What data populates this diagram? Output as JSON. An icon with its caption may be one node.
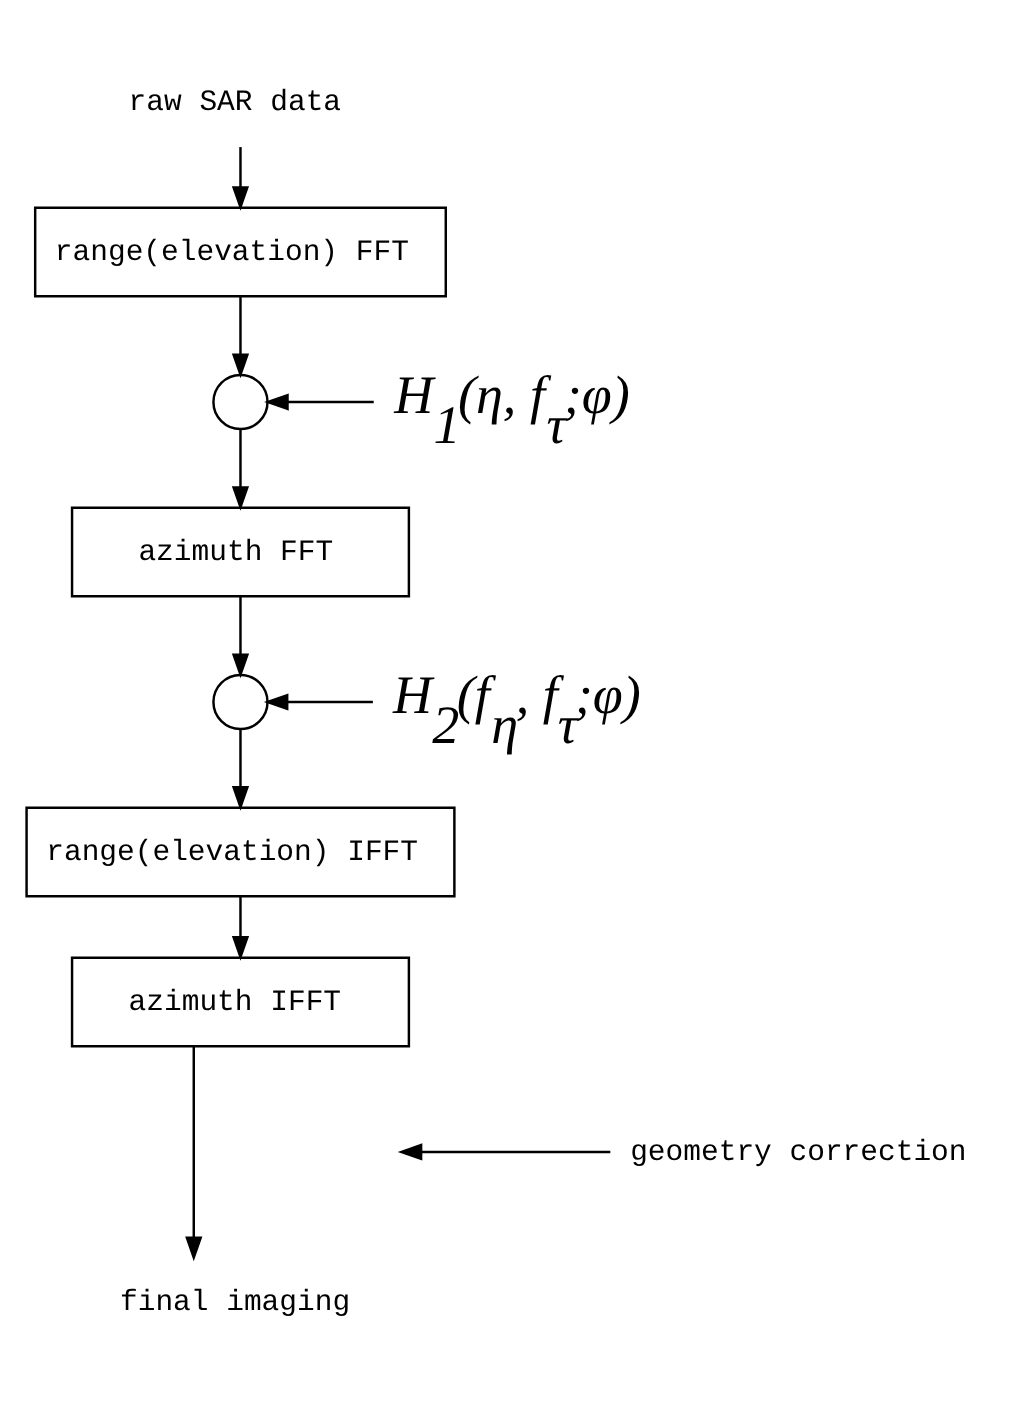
{
  "diagram": {
    "nodes": [
      {
        "text": [
          "raw SAR data"
        ]
      },
      {
        "text": [
          "range(elevation) FFT"
        ]
      },
      {
        "text": [],
        "shape": "circle"
      },
      {
        "text": [
          "H$_{1}$(η, f$_{τ}$;φ)"
        ]
      },
      {
        "text": [
          "azimuth FFT"
        ]
      },
      {
        "text": [],
        "shape": "circle"
      },
      {
        "text": [
          "H$_{2}$(f$_{η}$, f$_{τ}$;φ)"
        ]
      },
      {
        "text": [
          "range(elevation) IFFT"
        ]
      },
      {
        "text": [
          "azimuth IFFT"
        ]
      },
      {
        "text": [
          "geometry correction"
        ]
      },
      {
        "text": [
          "final imaging"
        ]
      }
    ],
    "edges": [
      {
        "from": 0,
        "to": 1,
        "arrow": "to"
      },
      {
        "from": 1,
        "to": 2,
        "arrow": "to"
      },
      {
        "from": 3,
        "to": 2,
        "arrow": "to"
      },
      {
        "from": 2,
        "to": 4,
        "arrow": "to"
      },
      {
        "from": 4,
        "to": 5,
        "arrow": "to"
      },
      {
        "from": 6,
        "to": 5,
        "arrow": "to"
      },
      {
        "from": 5,
        "to": 7,
        "arrow": "to"
      },
      {
        "from": 7,
        "to": 8,
        "arrow": "to"
      },
      {
        "from": 8,
        "to": 10,
        "arrow": "to"
      },
      {
        "from": 9,
        "to": null,
        "arrow": "to"
      }
    ]
  }
}
